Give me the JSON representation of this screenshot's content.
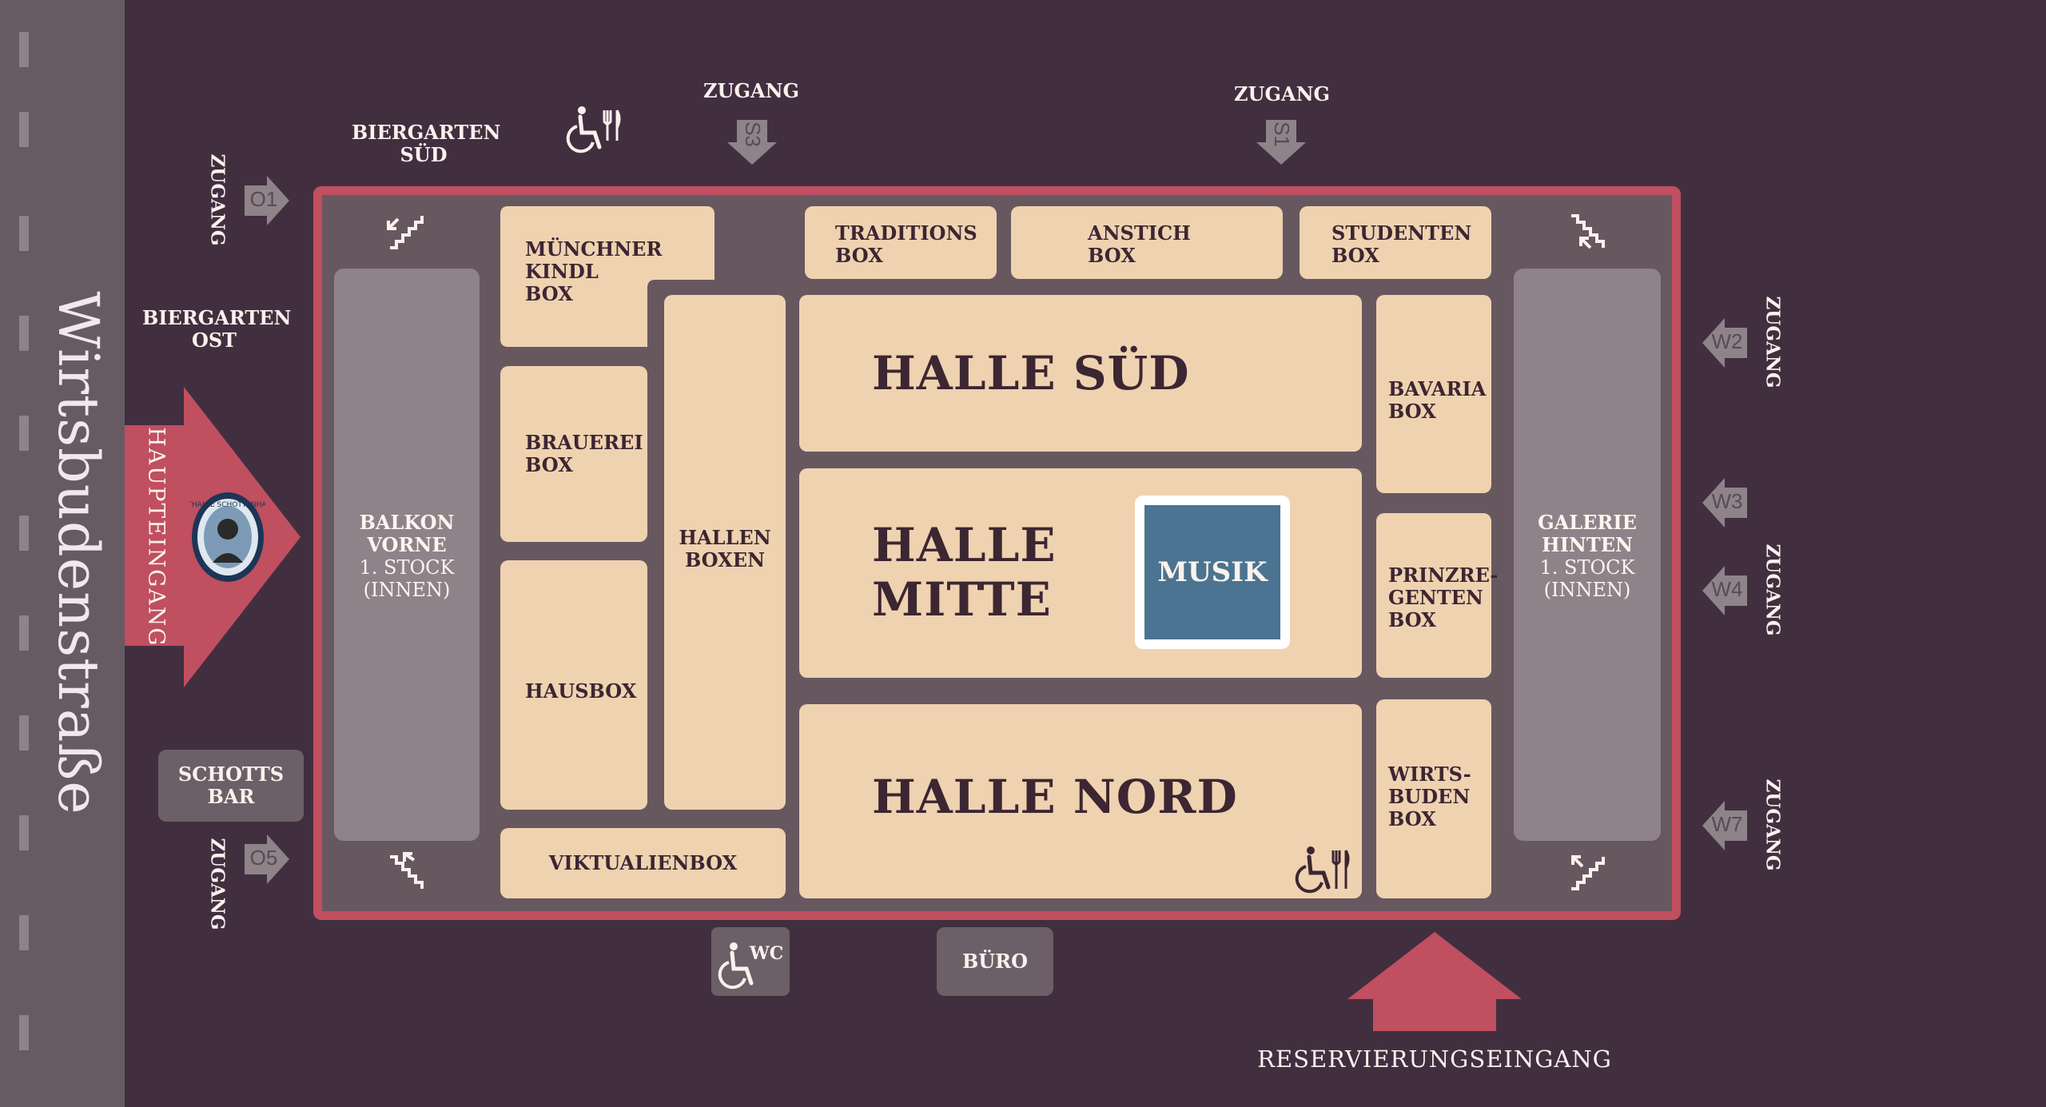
{
  "street": {
    "name": "Wirtsbudenstraße"
  },
  "entrances": {
    "main_label": "HAUPTEINGANG",
    "reservation_label": "RESERVIERUNGSEINGANG",
    "access_label": "ZUGANG"
  },
  "gates": {
    "o1": "O1",
    "o5": "O5",
    "s1": "S1",
    "s3": "S3",
    "w2": "W2",
    "w3": "W3",
    "w4": "W4",
    "w7": "W7"
  },
  "outdoor": {
    "biergarten_sued": "BIERGARTEN\nSÜD",
    "biergarten_ost": "BIERGARTEN\nOST",
    "schotts_bar": "SCHOTTS\nBAR",
    "wc": "WC",
    "buero": "BÜRO"
  },
  "logo": {
    "text": "FESTHALLE SCHOTTENHAMEL"
  },
  "areas": {
    "balkon_vorne": {
      "title": "BALKON\nVORNE",
      "sub": "1. STOCK\n(INNEN)"
    },
    "galerie_hinten": {
      "title": "GALERIE\nHINTEN",
      "sub": "1. STOCK\n(INNEN)"
    },
    "muenchner_kindl_box": "MÜNCHNER\nKINDL\nBOX",
    "brauerei_box": "BRAUEREI\nBOX",
    "hausbox": "HAUSBOX",
    "viktualienbox": "VIKTUALIENBOX",
    "hallen_boxen": "HALLEN\nBOXEN",
    "traditions_box": "TRADITIONS\nBOX",
    "anstich_box": "ANSTICH\nBOX",
    "studenten_box": "STUDENTEN\nBOX",
    "halle_sued": "HALLE SÜD",
    "halle_mitte": "HALLE\nMITTE",
    "halle_nord": "HALLE NORD",
    "musik": "MUSIK",
    "bavaria_box": "BAVARIA\nBOX",
    "prinzregenten_box": "PRINZRE-\nGENTEN\nBOX",
    "wirtsbuden_box": "WIRTS-\nBUDEN\nBOX"
  },
  "colors": {
    "background": "#412f40",
    "street": "#665a63",
    "venue_border": "#c04f60",
    "venue_floor": "#675860",
    "area": "#efd2b0",
    "balcony": "#8e8389",
    "stage": "#4a7491"
  },
  "icons": [
    "wheelchair-icon",
    "cutlery-icon",
    "stairs-icon",
    "arrow-icon",
    "logo-seal"
  ]
}
